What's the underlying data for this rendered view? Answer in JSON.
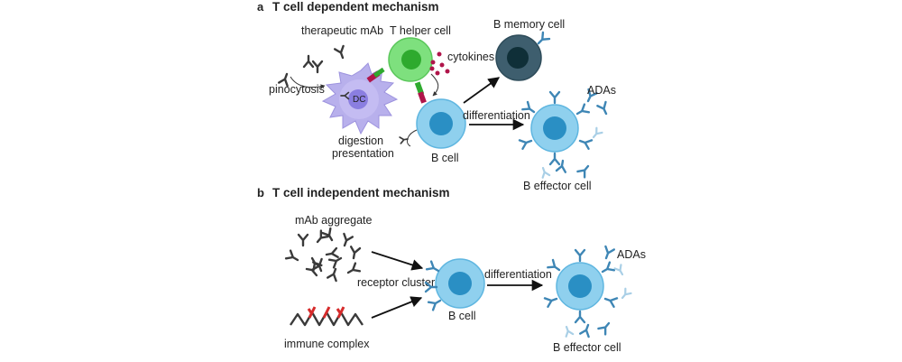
{
  "panel_a": {
    "letter": "a",
    "title": "T cell dependent mechanism",
    "labels": {
      "therapeutic_mab": "therapeutic mAb",
      "t_helper_cell": "T helper cell",
      "cytokines": "cytokines",
      "b_memory_cell": "B memory cell",
      "pinocytosis": "pinocytosis",
      "dc": "DC",
      "digestion": "digestion",
      "presentation": "presentation",
      "b_cell": "B cell",
      "differentiation": "differentiation",
      "adas": "ADAs",
      "b_effector_cell": "B effector cell"
    }
  },
  "panel_b": {
    "letter": "b",
    "title": "T cell independent mechanism",
    "labels": {
      "mab_aggregate": "mAb aggregate",
      "receptor_clustering": "receptor clustering",
      "immune_complex": "immune complex",
      "b_cell": "B cell",
      "differentiation": "differentiation",
      "adas": "ADAs",
      "b_effector_cell": "B effector cell"
    }
  },
  "colors": {
    "b_cell_outer": "#8fd0ee",
    "b_cell_nucleus": "#2a8fc4",
    "t_cell_outer": "#7ee07e",
    "t_cell_nucleus": "#2eaa2e",
    "memory_outer": "#3e5e6e",
    "memory_nucleus": "#0f2f38",
    "dc_body": "#b8b0ec",
    "dc_nucleus": "#8a7ee0",
    "antibody_dark": "#3a3a3a",
    "antibody_blue": "#3e86b5",
    "cytokine": "#b0154a",
    "immune_link": "#d62b2b"
  }
}
